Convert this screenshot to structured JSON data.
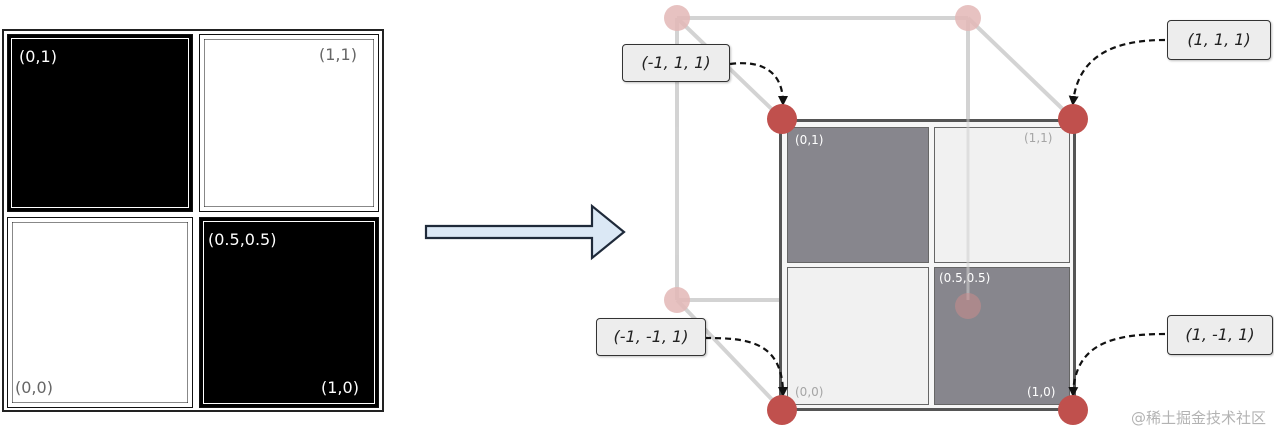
{
  "texture": {
    "cells": [
      {
        "color": "black",
        "label": "(0,1)"
      },
      {
        "color": "white",
        "label": "(1,1)"
      },
      {
        "color": "white",
        "label": "(0,0)"
      },
      {
        "color": "black",
        "label": "(0.5,0.5)"
      }
    ],
    "extra_label": "(1,0)"
  },
  "quad": {
    "labels": {
      "top_left": "(0,1)",
      "top_right": "(1,1)",
      "center": "(0.5,0.5)",
      "bottom_left": "(0,0)",
      "bottom_right": "(1,0)"
    },
    "vertices": {
      "top_left": "(-1, 1, 1)",
      "top_right": "(1, 1, 1)",
      "bottom_left": "(-1, -1, 1)",
      "bottom_right": "(1, -1, 1)"
    }
  },
  "colors": {
    "vertex_dot": "#c0504d",
    "dark_cell": "#87868d",
    "light_cell": "#f1f1f1",
    "arrow_fill": "#dbe8f5"
  },
  "icons": {
    "arrow": "right-arrow-icon"
  },
  "watermark": "@稀土掘金技术社区"
}
